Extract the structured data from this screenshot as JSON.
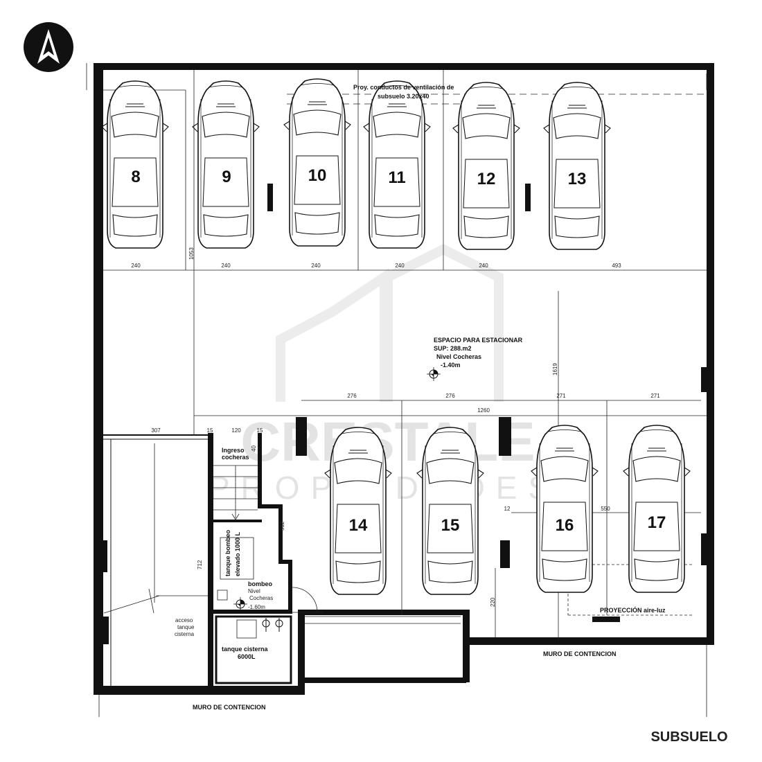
{
  "plan": {
    "title": "SUBSUELO",
    "north_icon": "north-arrow-icon",
    "parking_slots_top": [
      "8",
      "9",
      "10",
      "11",
      "12",
      "13"
    ],
    "parking_slots_bottom": [
      "14",
      "15",
      "16",
      "17"
    ],
    "notes": {
      "ventilation_1": "Proy. conductos de ventilación de",
      "ventilation_2": "subsuelo 3.20x40",
      "parking_space_1": "ESPACIO PARA ESTACIONAR",
      "parking_space_2": "SUP: 288.m2",
      "parking_space_3": "Nivel Cocheras",
      "parking_space_4": "-1.40m",
      "ingreso_1": "Ingreso",
      "ingreso_2": "cocheras",
      "tanque_bombeo_1": "tanque bombeo",
      "tanque_bombeo_2": "elevado 1000 L",
      "bombeo": "bombeo",
      "nivel_1": "Nivel",
      "nivel_2": "Cocheras",
      "nivel_3": "-1.60m",
      "acceso_1": "acceso",
      "acceso_2": "tanque",
      "acceso_3": "cisterna",
      "cisterna_1": "tanque cisterna",
      "cisterna_2": "6000L",
      "proyeccion": "PROYECCIÓN aire-luz",
      "muro_right": "MURO DE CONTENCION",
      "muro_left": "MURO DE CONTENCION"
    },
    "dimensions": {
      "top_widths": [
        "240",
        "240",
        "240",
        "240",
        "240",
        "493"
      ],
      "vertical_1053": "1053",
      "vertical_1619": "1619",
      "mid_widths": [
        "276",
        "276",
        "271",
        "271"
      ],
      "total_1260": "1260",
      "d307": "307",
      "d15a": "15",
      "d120": "120",
      "d15b": "15",
      "d40": "40",
      "d712": "712",
      "d512": "512",
      "d12": "12",
      "d550": "550",
      "d220": "220"
    },
    "watermark": {
      "brand": "CRESTALE",
      "sub": "PROPIEDADES"
    }
  }
}
